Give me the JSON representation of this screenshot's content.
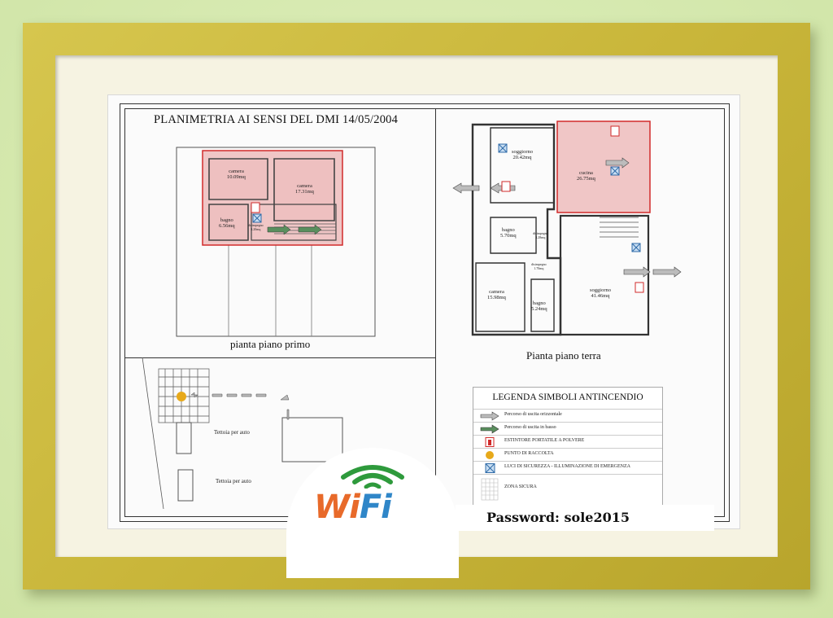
{
  "plan": {
    "title": "PLANIMETRIA AI SENSI DEL DMI 14/05/2004",
    "first_floor_caption": "pianta piano primo",
    "ground_floor_caption": "Pianta piano terra",
    "rooms_first": [
      {
        "name": "camera",
        "area": "10.09mq"
      },
      {
        "name": "camera",
        "area": "17.31mq"
      },
      {
        "name": "bagno",
        "area": "6.56mq"
      },
      {
        "name": "disimpegno",
        "area": "3.20mq"
      }
    ],
    "rooms_ground": [
      {
        "name": "soggiorno",
        "area": "20.42mq"
      },
      {
        "name": "cucina",
        "area": "26.75mq"
      },
      {
        "name": "bagno",
        "area": "5.70mq"
      },
      {
        "name": "disimpegno",
        "area": "3.28mq"
      },
      {
        "name": "disimpegno",
        "area": "1.70mq"
      },
      {
        "name": "camera",
        "area": "15.98mq"
      },
      {
        "name": "bagno",
        "area": "5.24mq"
      },
      {
        "name": "soggiorno",
        "area": "41.46mq"
      }
    ],
    "carport_1": "Tettoia per auto",
    "carport_2": "Tettoia per auto"
  },
  "legend": {
    "title": "LEGENDA SIMBOLI ANTINCENDIO",
    "items": [
      {
        "icon": "grey-arrow-icon",
        "label": "Percorso di uscita orizzontale"
      },
      {
        "icon": "green-arrow-icon",
        "label": "Percorso di uscita in basso"
      },
      {
        "icon": "extinguisher-icon",
        "label": "ESTINTORE PORTATILE A POLVERE"
      },
      {
        "icon": "assembly-point-icon",
        "label": "PUNTO DI RACCOLTA"
      },
      {
        "icon": "emergency-light-icon",
        "label": "LUCI DI SICUREZZA - ILLUMINAZIONE DI EMERGENZA"
      },
      {
        "icon": "safe-zone-icon",
        "label": "ZONA SICURA"
      }
    ]
  },
  "wifi": {
    "logo_text_w": "Wi",
    "logo_text_fi": "Fi",
    "password": "Password: sole2015"
  },
  "colors": {
    "wall": "#d9ecb3",
    "frame": "#c9b63a",
    "highlight_room": "#f0c6c6",
    "highlight_border": "#d12b2b",
    "wifi_orange": "#e86a2a",
    "wifi_blue": "#2f86c8",
    "wifi_green": "#2e9a3c",
    "assembly_point": "#e7a91a"
  }
}
